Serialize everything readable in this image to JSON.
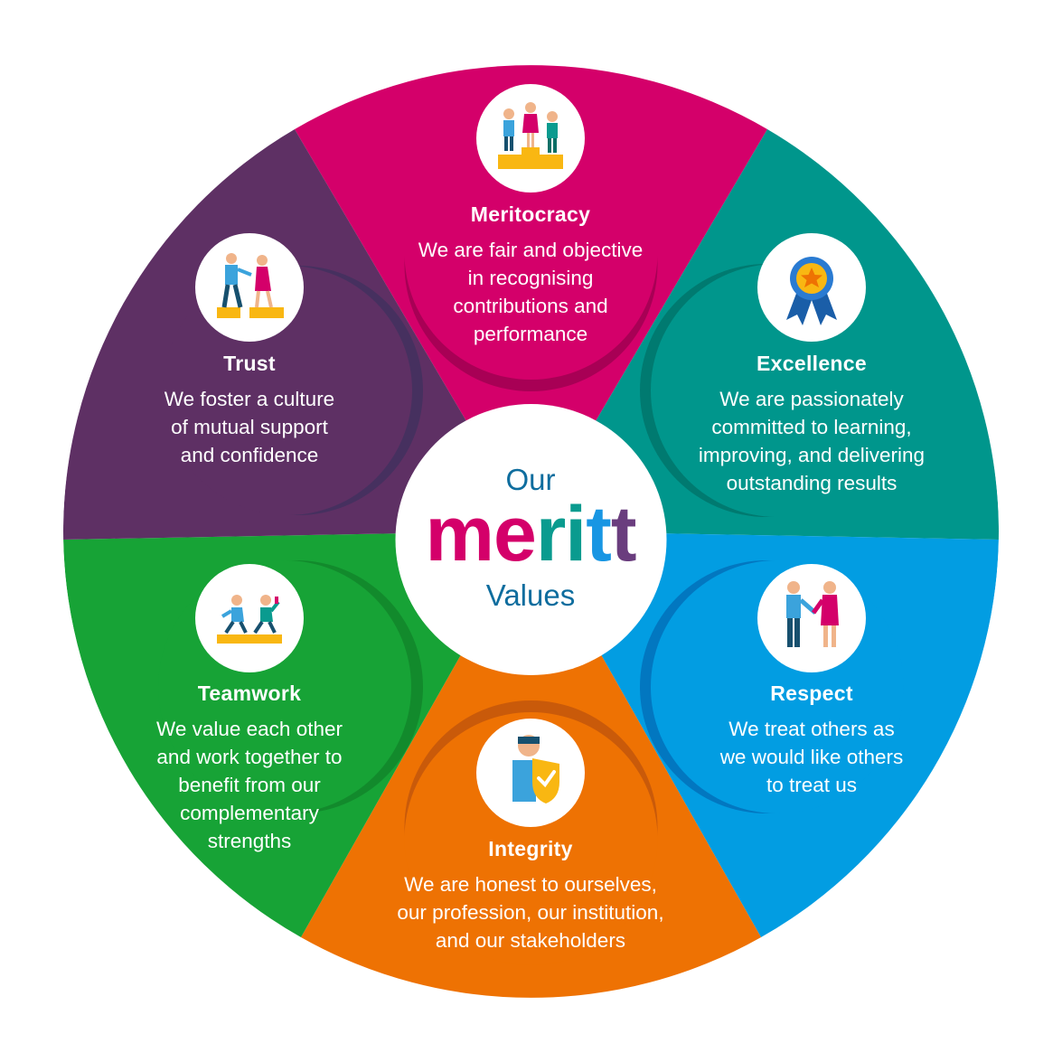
{
  "center": {
    "top_text": "Our",
    "brand": "meritt",
    "brand_colors": [
      "#d4006a",
      "#d4006a",
      "#0a9b8f",
      "#0a9b8f",
      "#1896e3",
      "#6a3d7e"
    ],
    "bottom_text": "Values",
    "text_color": "#0e6d9e"
  },
  "segments": [
    {
      "key": "meritocracy",
      "title": "Meritocracy",
      "lines": [
        "We are fair and objective",
        "in recognising",
        "contributions and",
        "performance"
      ],
      "color": "#d4006a",
      "shade": "#a80055",
      "icon": "podium-icon"
    },
    {
      "key": "excellence",
      "title": "Excellence",
      "lines": [
        "We are passionately",
        "committed to learning,",
        "improving, and delivering",
        "outstanding results"
      ],
      "color": "#00968c",
      "shade": "#007a70",
      "icon": "award-ribbon-icon"
    },
    {
      "key": "respect",
      "title": "Respect",
      "lines": [
        "We treat others as",
        "we would like others",
        "to treat us"
      ],
      "color": "#029de2",
      "shade": "#0277c0",
      "icon": "handshake-icon"
    },
    {
      "key": "integrity",
      "title": "Integrity",
      "lines": [
        "We are honest to ourselves,",
        "our profession, our institution,",
        "and our stakeholders"
      ],
      "color": "#ee7203",
      "shade": "#c95a0a",
      "icon": "shield-check-icon"
    },
    {
      "key": "teamwork",
      "title": "Teamwork",
      "lines": [
        "We value each other",
        "and work together to",
        "benefit from our",
        "complementary",
        "strengths"
      ],
      "color": "#17a336",
      "shade": "#128a2c",
      "icon": "relay-race-icon"
    },
    {
      "key": "trust",
      "title": "Trust",
      "lines": [
        "We foster a culture",
        "of mutual support",
        "and confidence"
      ],
      "color": "#5e3064",
      "shade": "#46305f",
      "icon": "helping-hand-icon"
    }
  ]
}
